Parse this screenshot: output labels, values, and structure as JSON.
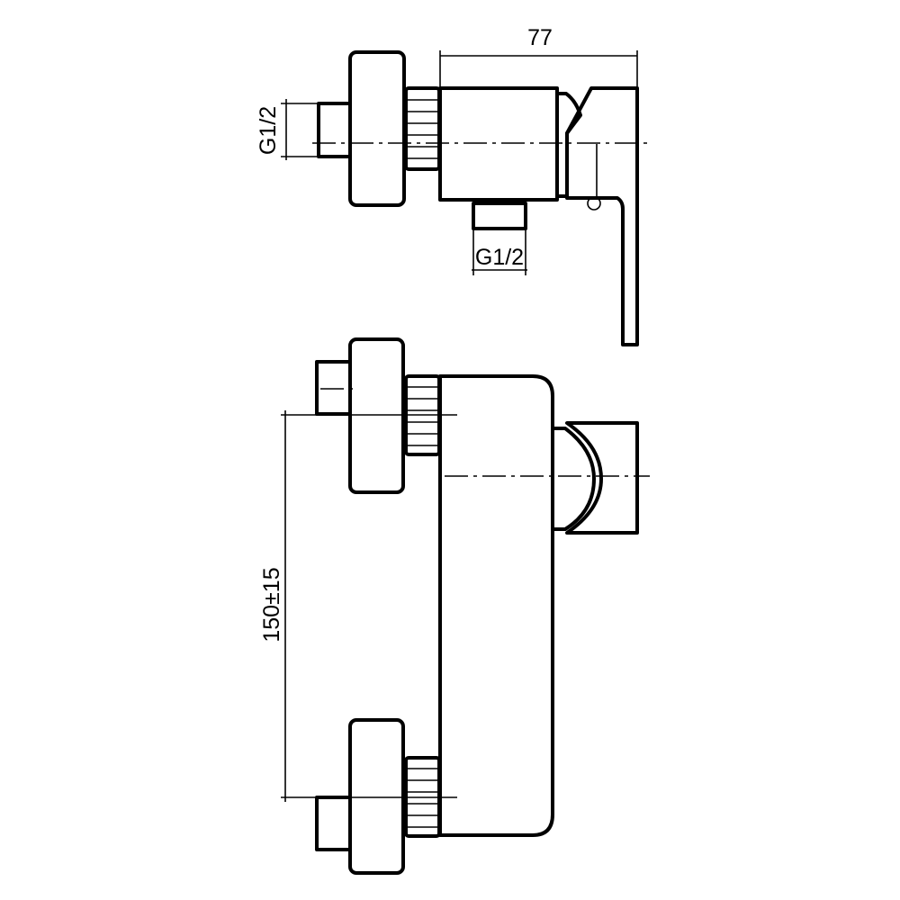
{
  "dimensions": {
    "width_77": "77",
    "thread_side": "G1/2",
    "thread_bottom": "G1/2",
    "spacing": "150±15"
  },
  "colors": {
    "line": "#000000",
    "background": "#ffffff"
  }
}
